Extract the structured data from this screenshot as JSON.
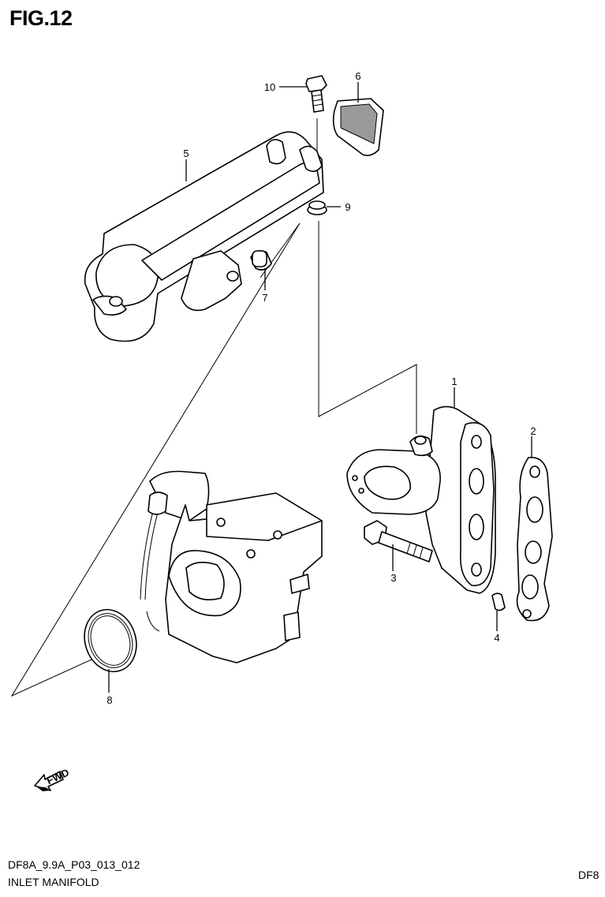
{
  "figure": {
    "title": "FIG.12",
    "code": "DF8A_9.9A_P03_013_012",
    "name": "INLET MANIFOLD",
    "page_cut_label": "DF8"
  },
  "parts": [
    {
      "number": "1",
      "icon": "inlet-manifold"
    },
    {
      "number": "2",
      "icon": "manifold-gasket"
    },
    {
      "number": "3",
      "icon": "bolt"
    },
    {
      "number": "4",
      "icon": "dowel-pin"
    },
    {
      "number": "5",
      "icon": "intake-silencer-case"
    },
    {
      "number": "6",
      "icon": "silencer-screen"
    },
    {
      "number": "7",
      "icon": "silencer-plug"
    },
    {
      "number": "8",
      "icon": "carburetor-o-ring"
    },
    {
      "number": "9",
      "icon": "grommet"
    },
    {
      "number": "10",
      "icon": "bolt"
    }
  ],
  "direction_marker": {
    "text": "FWD",
    "icon": "forward-arrow-icon"
  }
}
